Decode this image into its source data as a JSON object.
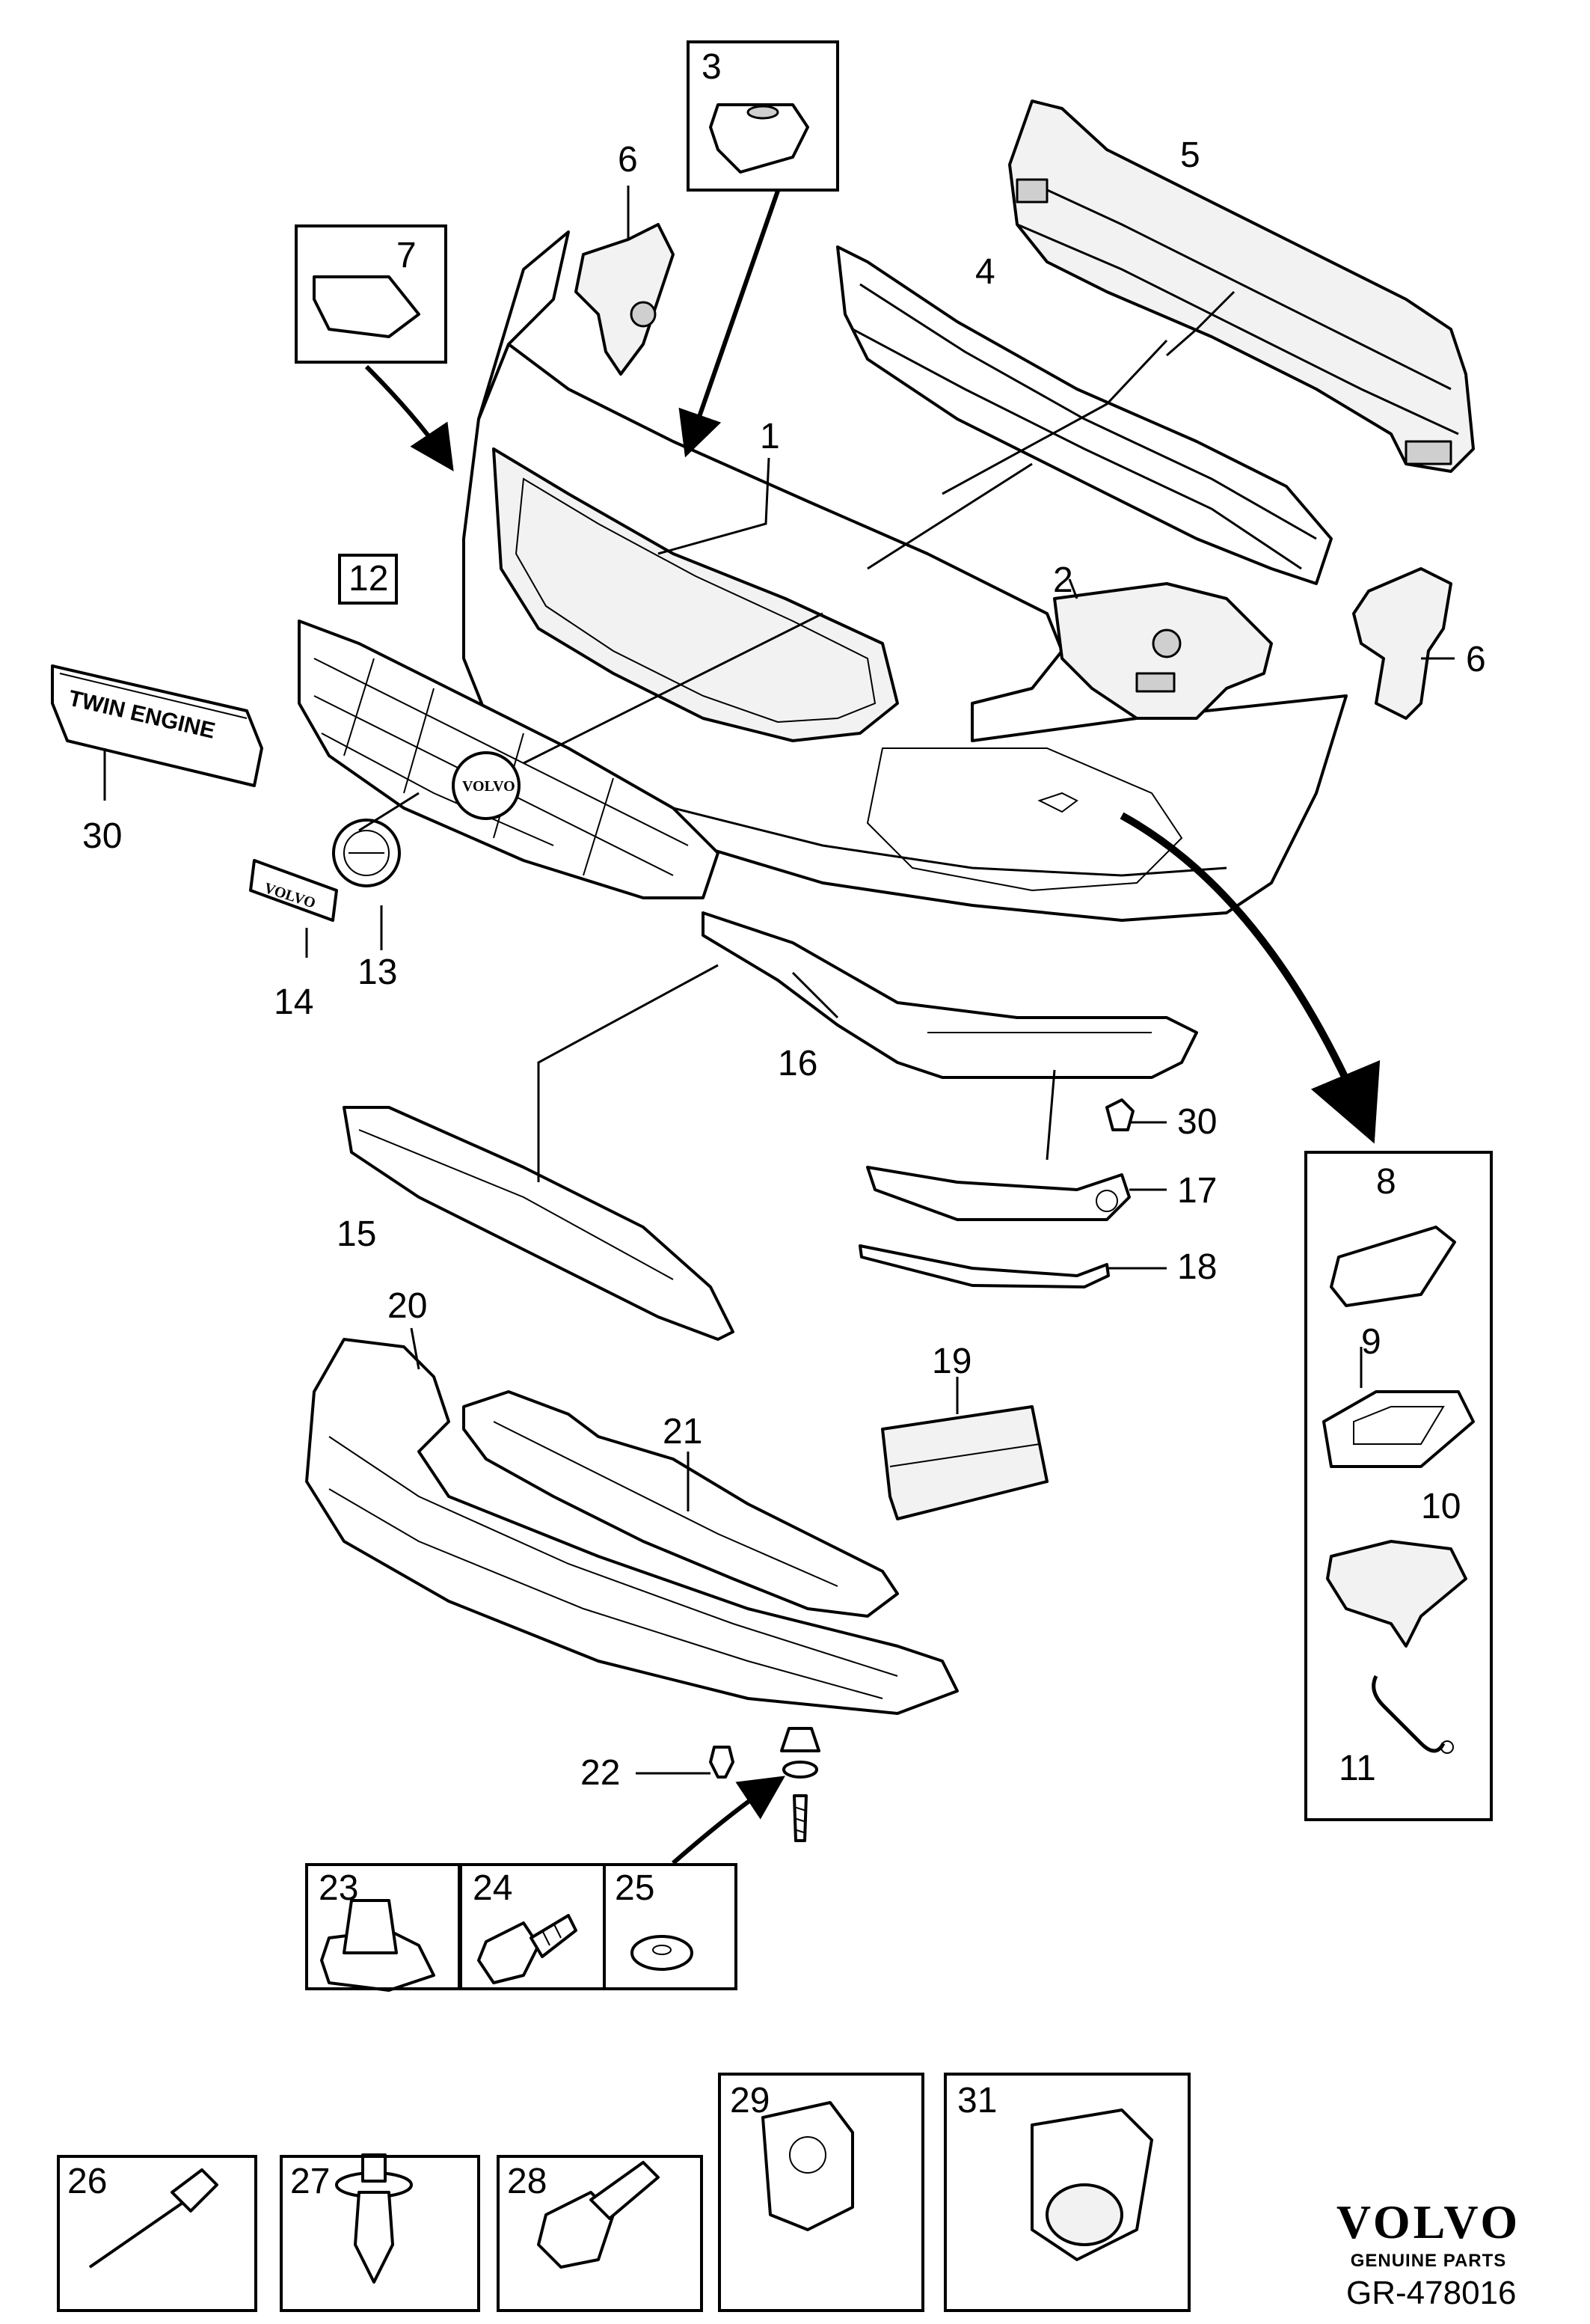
{
  "callouts": {
    "c1": "1",
    "c2": "2",
    "c3": "3",
    "c4": "4",
    "c5": "5",
    "c6a": "6",
    "c6b": "6",
    "c7": "7",
    "c8": "8",
    "c9": "9",
    "c10": "10",
    "c11": "11",
    "c12": "12",
    "c13": "13",
    "c14": "14",
    "c15": "15",
    "c16": "16",
    "c17": "17",
    "c18": "18",
    "c19": "19",
    "c20": "20",
    "c21": "21",
    "c22": "22",
    "c23": "23",
    "c24": "24",
    "c25": "25",
    "c26": "26",
    "c27": "27",
    "c28": "28",
    "c29": "29",
    "c30a": "30",
    "c30b": "30",
    "c31": "31"
  },
  "emblems": {
    "twin_engine": "TWIN ENGINE",
    "grille_badge": "VOLVO"
  },
  "brand": {
    "name": "VOLVO",
    "subtitle": "GENUINE PARTS"
  },
  "figure_id": "GR-478016"
}
